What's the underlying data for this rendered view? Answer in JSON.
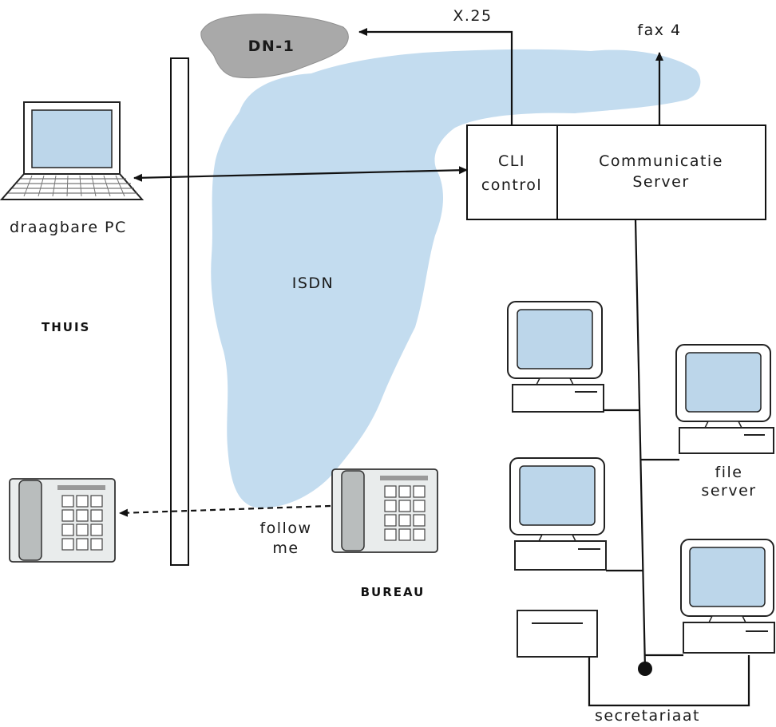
{
  "labels": {
    "dn1": "DN-1",
    "x25": "X.25",
    "fax": "fax 4",
    "cli_line1": "CLI",
    "cli_line2": "control",
    "comm_line1": "Communicatie",
    "comm_line2": "Server",
    "pc": "draagbare PC",
    "isdn": "ISDN",
    "thuis": "THUIS",
    "follow_line1": "follow",
    "follow_line2": "me",
    "bureau": "BUREAU",
    "file_line1": "file",
    "file_line2": "server",
    "secretariaat": "secretariaat"
  },
  "colors": {
    "isdn_cloud": "#c3dcef",
    "dn1_cloud": "#a9a9a9",
    "screen": "#bcd6ea",
    "line": "#111111"
  }
}
